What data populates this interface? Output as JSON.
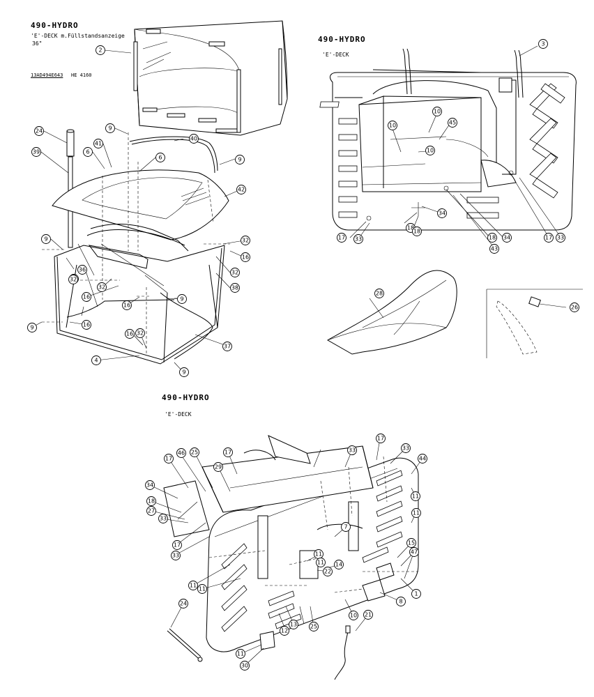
{
  "diagram_a": {
    "title": "490-HYDRO",
    "subtitle": "'E'-DECK m.Füllstandsanzeige",
    "size": "36\"",
    "code1": "13AD494E643",
    "code2": "HE 4160"
  },
  "diagram_b": {
    "title": "490-HYDRO",
    "subtitle": "'E'-DECK"
  },
  "diagram_c": {
    "title": "490-HYDRO",
    "subtitle": "'E'-DECK"
  },
  "callouts_a": [
    "2",
    "24",
    "39",
    "9",
    "6",
    "41",
    "6",
    "40",
    "9",
    "42",
    "9",
    "32",
    "16",
    "36",
    "32",
    "16",
    "32",
    "38",
    "16",
    "9",
    "16",
    "32",
    "9",
    "16",
    "16",
    "32",
    "37",
    "4",
    "9"
  ],
  "callouts_b": [
    "3",
    "10",
    "10",
    "45",
    "10",
    "18",
    "34",
    "18",
    "17",
    "33",
    "18",
    "43",
    "34",
    "17",
    "33",
    "28",
    "26"
  ],
  "callouts_c": [
    "17",
    "33",
    "17",
    "33",
    "44",
    "46",
    "25",
    "29",
    "17",
    "34",
    "18",
    "27",
    "33",
    "17",
    "33",
    "7",
    "11",
    "11",
    "15",
    "47",
    "11",
    "11",
    "14",
    "22",
    "11",
    "11",
    "8",
    "24",
    "12",
    "13",
    "25",
    "10",
    "21",
    "1",
    "11",
    "30"
  ]
}
